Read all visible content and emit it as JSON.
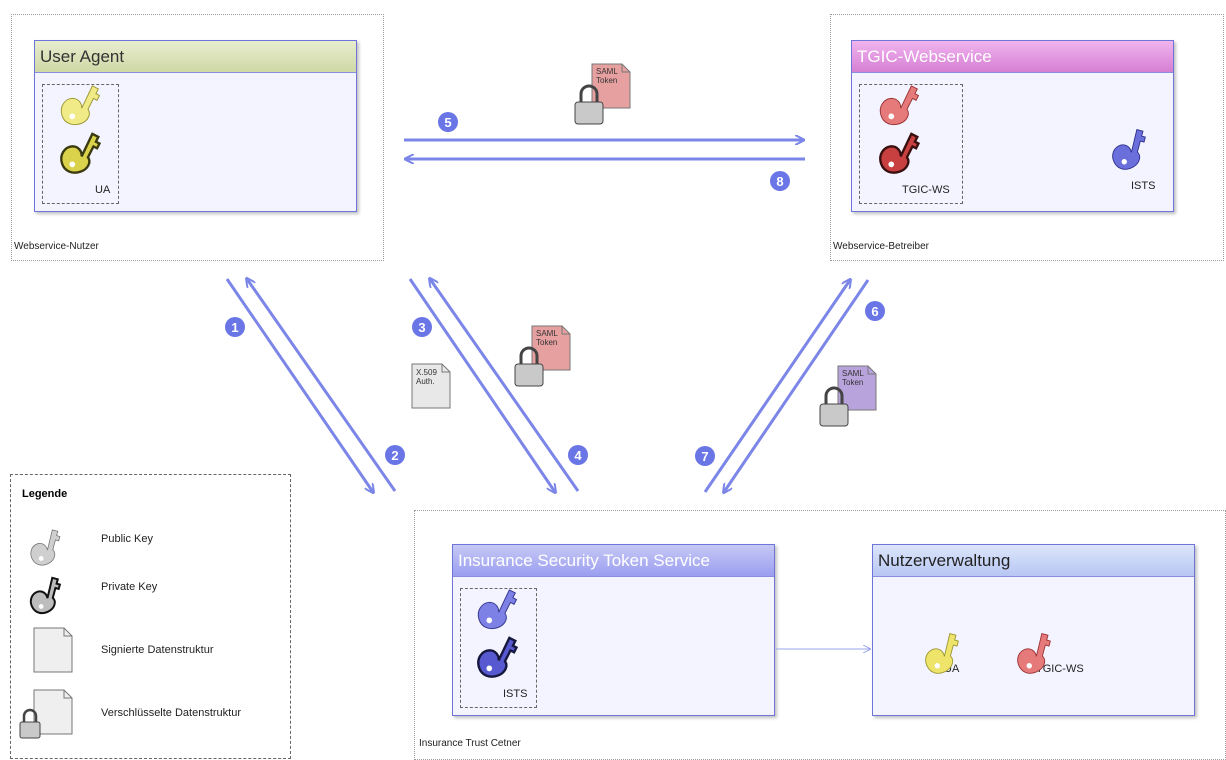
{
  "user_agent": {
    "title": "User Agent",
    "key_label": "UA",
    "container_label": "Webservice-Nutzer"
  },
  "tgic": {
    "title": "TGIC-Webservice",
    "key_label": "TGIC-WS",
    "public_key_label": "ISTS",
    "container_label": "Webservice-Betreiber"
  },
  "ists": {
    "title": "Insurance Security Token Service",
    "key_label": "ISTS"
  },
  "nutzer": {
    "title": "Nutzerverwaltung",
    "key_ua": "UA",
    "key_tgic": "TGIC-WS"
  },
  "itc_label": "Insurance  Trust  Cetner",
  "steps": [
    "1",
    "2",
    "3",
    "4",
    "5",
    "6",
    "7",
    "8"
  ],
  "docs": {
    "saml": "SAML\nToken",
    "x509": "X.509\nAuth."
  },
  "legend": {
    "title": "Legende",
    "items": [
      "Public Key",
      "Private Key",
      "Signierte  Datenstruktur",
      "Verschlüsselte  Datenstruktur"
    ]
  },
  "colors": {
    "arrow": "#7b86e8",
    "ua_key": "#e5e05a",
    "tgic_key": "#d84b4b",
    "ists_key": "#5a5fd4",
    "saml_doc": "#e79a9a",
    "saml_doc_purple": "#b39ad8"
  }
}
